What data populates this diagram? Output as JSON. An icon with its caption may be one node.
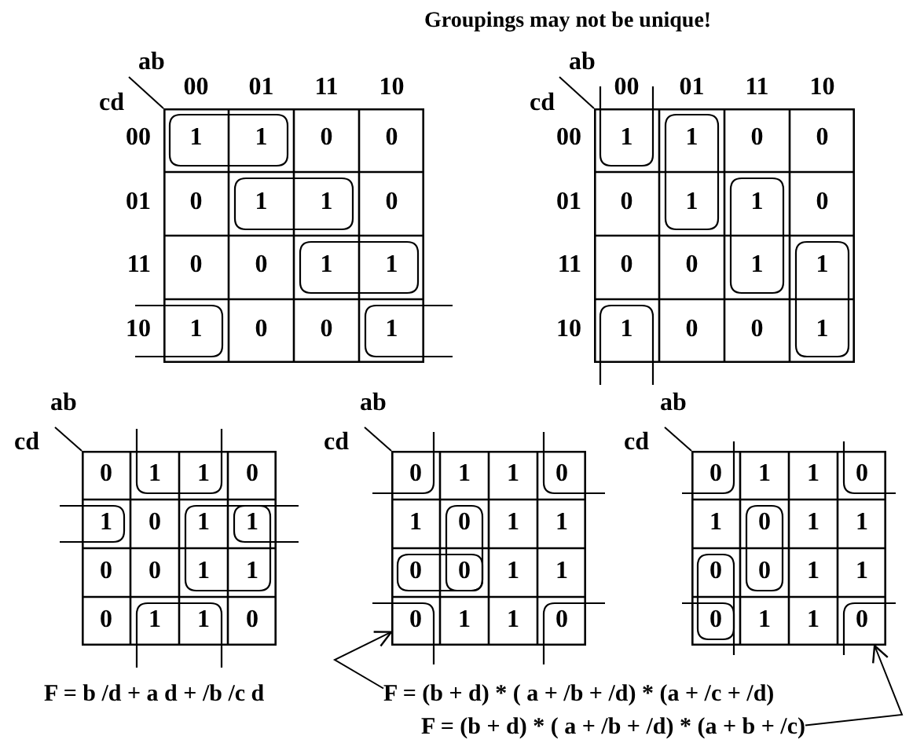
{
  "diagram": {
    "title": "Groupings may not be unique!",
    "nodes": [
      {
        "text": [],
        "shape": "box"
      },
      {
        "text": [],
        "shape": "box"
      },
      {
        "text": [
          "F = (b + d) * ( a + /b + /d) * (a + /c + /d)"
        ]
      },
      {
        "text": [
          "F = (b + d) * ( a + /b + /d) * (a + b + /c)"
        ]
      }
    ],
    "edges": [
      {
        "from": 2,
        "to": 0,
        "arrow": "to"
      },
      {
        "from": 3,
        "to": 1,
        "arrow": "to"
      }
    ],
    "labels": [
      "ab",
      "cd",
      "00",
      "01",
      "11",
      "10",
      "00",
      "1",
      "1",
      "0",
      "0",
      "01",
      "0",
      "1",
      "1",
      "0",
      "11",
      "0",
      "0",
      "1",
      "1",
      "10",
      "1",
      "0",
      "0",
      "1",
      "ab",
      "cd",
      "00",
      "01",
      "11",
      "10",
      "00",
      "1",
      "1",
      "0",
      "0",
      "01",
      "0",
      "1",
      "1",
      "0",
      "11",
      "0",
      "0",
      "1",
      "1",
      "10",
      "1",
      "0",
      "0",
      "1",
      "ab",
      "cd",
      "0",
      "1",
      "1",
      "0",
      "1",
      "0",
      "1",
      "1",
      "0",
      "0",
      "1",
      "1",
      "0",
      "1",
      "1",
      "0",
      "ab",
      "cd",
      "0",
      "1",
      "1",
      "0",
      "1",
      "0",
      "1",
      "1",
      "0",
      "0",
      "1",
      "1",
      "0",
      "1",
      "1",
      "0",
      "ab",
      "cd",
      "0",
      "1",
      "1",
      "0",
      "1",
      "0",
      "1",
      "1",
      "0",
      "0",
      "1",
      "1",
      "0",
      "1",
      "1",
      "0",
      "F = b /d + a d + /b /c d"
    ]
  }
}
